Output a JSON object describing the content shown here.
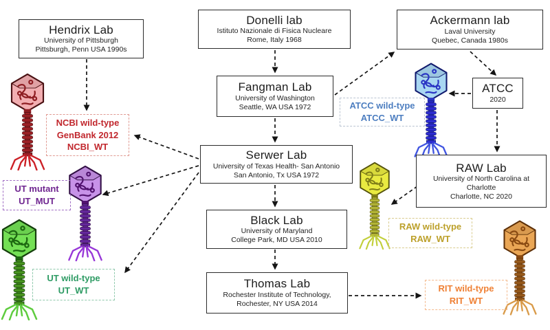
{
  "labs": [
    {
      "id": "hendrix",
      "name": "Hendrix Lab",
      "line1": "University of Pittsburgh",
      "line2": "Pittsburgh, Penn USA 1990s"
    },
    {
      "id": "donelli",
      "name": "Donelli lab",
      "line1": "Istituto Nazionale di Fisica Nucleare",
      "line2": "Rome, Italy 1968"
    },
    {
      "id": "ackermann",
      "name": "Ackermann lab",
      "line1": "Laval University",
      "line2": "Quebec, Canada 1980s"
    },
    {
      "id": "fangman",
      "name": "Fangman Lab",
      "line1": "University of Washington",
      "line2": "Seattle, WA USA 1972"
    },
    {
      "id": "atcc",
      "name": "ATCC",
      "line1": "2020",
      "line2": ""
    },
    {
      "id": "serwer",
      "name": "Serwer Lab",
      "line1": "University of Texas Health- San Antonio",
      "line2": "San Antonio, Tx USA 1972"
    },
    {
      "id": "raw",
      "name": "RAW Lab",
      "line1": "University of North Carolina at Charlotte",
      "line2": "Charlotte, NC 2020"
    },
    {
      "id": "black",
      "name": "Black Lab",
      "line1": "University of Maryland",
      "line2": "College Park, MD USA 2010"
    },
    {
      "id": "thomas",
      "name": "Thomas Lab",
      "line1": "Rochester Institute of Technology,",
      "line2": "Rochester, NY USA 2014"
    }
  ],
  "samples": [
    {
      "id": "ncbi-wt",
      "lines": [
        "NCBI wild-type",
        "GenBank 2012",
        "NCBI_WT"
      ],
      "text_color": "#c1272d",
      "border_color": "#e09a92"
    },
    {
      "id": "ut-mut",
      "lines": [
        "UT mutant",
        "UT_MUT"
      ],
      "text_color": "#6f2590",
      "border_color": "#a06cc4"
    },
    {
      "id": "ut-wt",
      "lines": [
        "UT wild-type",
        "UT_WT"
      ],
      "text_color": "#2e9b64",
      "border_color": "#8fc9ac"
    },
    {
      "id": "atcc-wt",
      "lines": [
        "ATCC wild-type",
        "ATCC_WT"
      ],
      "text_color": "#4d7ec0",
      "border_color": "#b9c3d1"
    },
    {
      "id": "raw-wt",
      "lines": [
        "RAW wild-type",
        "RAW_WT"
      ],
      "text_color": "#bca02a",
      "border_color": "#d9cc8e"
    },
    {
      "id": "rit-wt",
      "lines": [
        "RIT wild-type",
        "RIT_WT"
      ],
      "text_color": "#ef8034",
      "border_color": "#f4b98c"
    }
  ],
  "phages": [
    {
      "id": "red",
      "label": "NCBI wild-type phage",
      "colors": {
        "head": "#f2aeb1",
        "dna": "#8e1d22",
        "outline": "#4a1113",
        "tail": "#9c2025",
        "leg": "#cc2127"
      }
    },
    {
      "id": "purple",
      "label": "UT mutant phage",
      "colors": {
        "head": "#c792e8",
        "dna": "#521370",
        "outline": "#331046",
        "tail": "#64279c",
        "leg": "#9737d8"
      }
    },
    {
      "id": "green",
      "label": "UT wild-type phage",
      "colors": {
        "head": "#74e055",
        "dna": "#1d6811",
        "outline": "#153f0d",
        "tail": "#48941f",
        "leg": "#5ecc3e"
      }
    },
    {
      "id": "blue",
      "label": "ATCC wild-type phage",
      "colors": {
        "head": "#a9d7f2",
        "dna": "#2a35c4",
        "outline": "#111a6e",
        "tail": "#2d2cd1",
        "leg": "#4055e0"
      }
    },
    {
      "id": "yellow",
      "label": "RAW wild-type phage",
      "colors": {
        "head": "#e9ea41",
        "dna": "#7f7d18",
        "outline": "#55530e",
        "tail": "#b4b636",
        "leg": "#c2cf3a"
      }
    },
    {
      "id": "orange",
      "label": "RIT wild-type phage",
      "colors": {
        "head": "#eaa655",
        "dna": "#8a4a12",
        "outline": "#5e3008",
        "tail": "#96591b",
        "leg": "#d99b4a"
      }
    }
  ],
  "connections": [
    {
      "from": "Hendrix Lab",
      "to": "NCBI wild-type"
    },
    {
      "from": "Serwer Lab",
      "to": "NCBI wild-type"
    },
    {
      "from": "Serwer Lab",
      "to": "UT mutant phage"
    },
    {
      "from": "Serwer Lab",
      "to": "UT wild-type"
    },
    {
      "from": "Donelli lab",
      "to": "Fangman Lab"
    },
    {
      "from": "Fangman Lab",
      "to": "Serwer Lab"
    },
    {
      "from": "Fangman Lab",
      "to": "Ackermann lab"
    },
    {
      "from": "Ackermann lab",
      "to": "ATCC"
    },
    {
      "from": "ATCC",
      "to": "ATCC wild-type phage"
    },
    {
      "from": "ATCC",
      "to": "RAW Lab"
    },
    {
      "from": "RAW Lab",
      "to": "RAW wild-type phage"
    },
    {
      "from": "Serwer Lab",
      "to": "Black Lab"
    },
    {
      "from": "Black Lab",
      "to": "Thomas Lab"
    },
    {
      "from": "Thomas Lab",
      "to": "RIT wild-type"
    }
  ],
  "arrow_color": "#151515"
}
